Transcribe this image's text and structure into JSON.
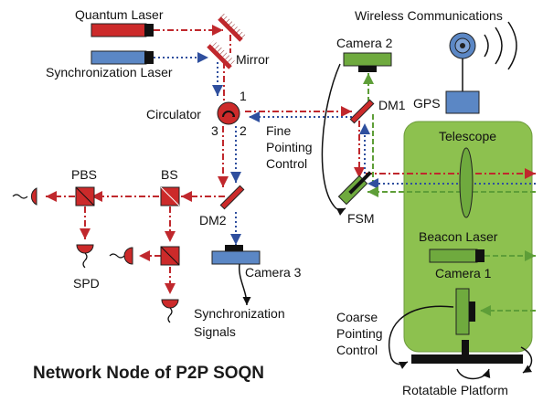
{
  "diagram": {
    "title": "Network Node of P2P SOQN",
    "labels": {
      "quantum_laser": "Quantum Laser",
      "sync_laser": "Synchronization Laser",
      "mirror": "Mirror",
      "circulator": "Circulator",
      "port1": "1",
      "port2": "2",
      "port3": "3",
      "pbs": "PBS",
      "bs": "BS",
      "dm2": "DM2",
      "dm1": "DM1",
      "spd": "SPD",
      "camera3": "Camera 3",
      "sync_signals_line1": "Synchronization",
      "sync_signals_line2": "Signals",
      "camera2": "Camera 2",
      "fine_line1": "Fine",
      "fine_line2": "Pointing",
      "fine_line3": "Control",
      "fsm": "FSM",
      "wireless": "Wireless Communications",
      "gps": "GPS",
      "telescope": "Telescope",
      "beacon_laser": "Beacon Laser",
      "camera1": "Camera 1",
      "coarse_line1": "Coarse",
      "coarse_line2": "Pointing",
      "coarse_line3": "Control",
      "platform": "Rotatable Platform"
    },
    "colors": {
      "quantum_beam": "#c0282d",
      "sync_beam": "#2f4f9e",
      "beacon_beam": "#5e9e38",
      "telescope_fill": "#8dc14f",
      "component_red": "#cc2a2a",
      "component_blue": "#5b87c5"
    },
    "icons": [
      "mirror-icon",
      "circulator-icon",
      "beam-splitter-icon",
      "detector-icon",
      "camera-icon",
      "satellite-dish-icon",
      "gps-icon",
      "lens-icon"
    ]
  }
}
